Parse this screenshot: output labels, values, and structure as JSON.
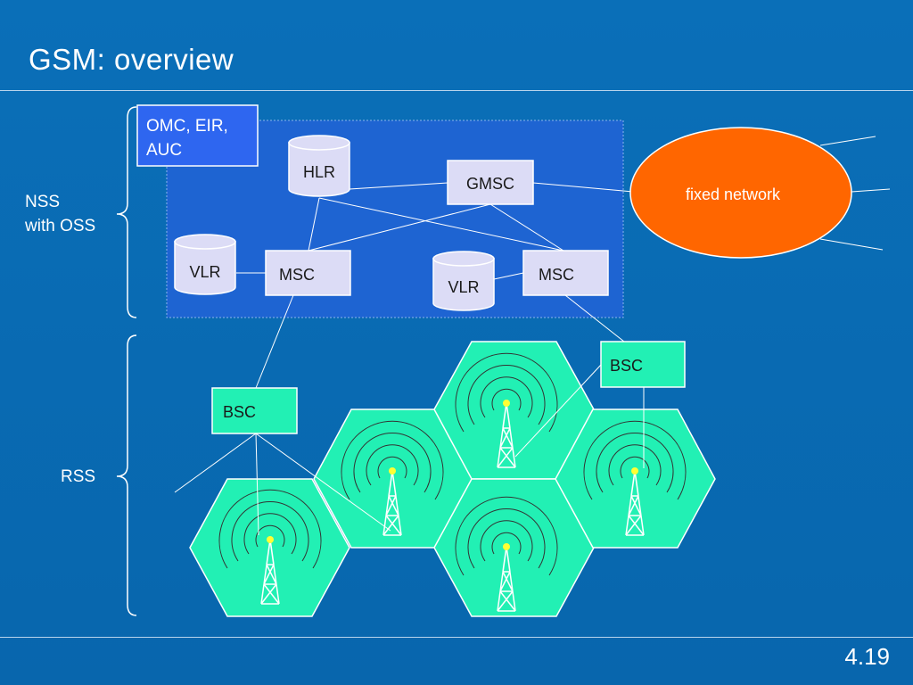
{
  "slide": {
    "title": "GSM: overview",
    "number": "4.19"
  },
  "groups": {
    "nss_line1": "NSS",
    "nss_line2": "with OSS",
    "rss": "RSS"
  },
  "nodes": {
    "omc_line1": "OMC, EIR,",
    "omc_line2": "AUC",
    "hlr": "HLR",
    "gmsc": "GMSC",
    "vlr_left": "VLR",
    "msc_left": "MSC",
    "vlr_right": "VLR",
    "msc_right": "MSC",
    "fixed_network": "fixed network",
    "bsc_left": "BSC",
    "bsc_right": "BSC"
  },
  "colors": {
    "background": "#0a6fb8",
    "nss_area": "#1e64d2",
    "omc_box": "#2e66f0",
    "node_fill": "#dcdcf6",
    "fixed_network": "#ff6600",
    "cell_fill": "#22f0b4",
    "antenna_tip": "#ffff33"
  }
}
